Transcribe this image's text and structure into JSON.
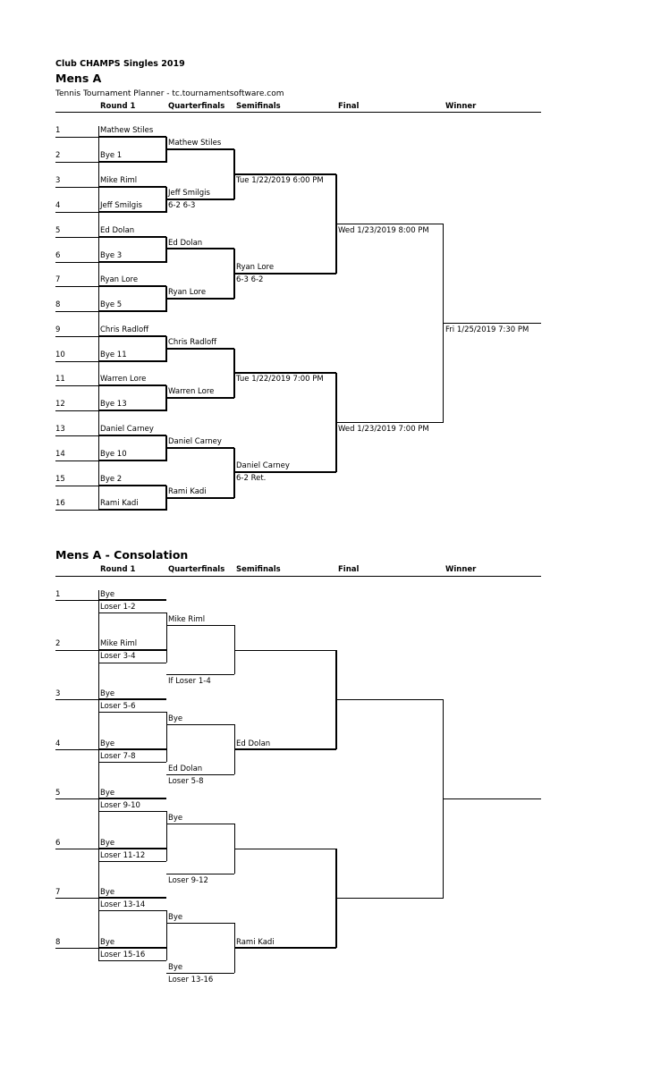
{
  "document": {
    "title": "Club CHAMPS Singles 2019",
    "subtitle": "Tennis Tournament Planner - tc.tournamentsoftware.com"
  },
  "columns": [
    "Round 1",
    "Quarterfinals",
    "Semifinals",
    "Final",
    "Winner"
  ],
  "main_draw": {
    "title": "Mens A",
    "seeds": [
      "1",
      "2",
      "3",
      "4",
      "5",
      "6",
      "7",
      "8",
      "9",
      "10",
      "11",
      "12",
      "13",
      "14",
      "15",
      "16"
    ],
    "round1": [
      "Mathew Stiles",
      "Bye 1",
      "Mike Riml",
      "Jeff Smilgis",
      "Ed Dolan",
      "Bye 3",
      "Ryan Lore",
      "Bye 5",
      "Chris Radloff",
      "Bye 11",
      "Warren Lore",
      "Bye 13",
      "Daniel Carney",
      "Bye 10",
      "Bye 2",
      "Rami Kadi"
    ],
    "quarterfinals": [
      {
        "name": "Mathew Stiles",
        "score": ""
      },
      {
        "name": "Jeff Smilgis",
        "score": "6-2 6-3"
      },
      {
        "name": "Ed Dolan",
        "score": ""
      },
      {
        "name": "Ryan Lore",
        "score": ""
      },
      {
        "name": "Chris Radloff",
        "score": ""
      },
      {
        "name": "Warren Lore",
        "score": ""
      },
      {
        "name": "Daniel Carney",
        "score": ""
      },
      {
        "name": "Rami Kadi",
        "score": ""
      }
    ],
    "semifinals": [
      {
        "name": "Tue 1/22/2019 6:00 PM",
        "score": ""
      },
      {
        "name": "Ryan Lore",
        "score": "6-3 6-2"
      },
      {
        "name": "Tue 1/22/2019 7:00 PM",
        "score": ""
      },
      {
        "name": "Daniel Carney",
        "score": "6-2 Ret."
      }
    ],
    "final": [
      "Wed 1/23/2019 8:00 PM",
      "Wed 1/23/2019 7:00 PM"
    ],
    "winner": "Fri 1/25/2019 7:30 PM"
  },
  "consolation": {
    "title": "Mens A - Consolation",
    "seeds": [
      "1",
      "2",
      "3",
      "4",
      "5",
      "6",
      "7",
      "8"
    ],
    "round1": [
      {
        "top": "Bye",
        "bottom": "Loser  1-2"
      },
      {
        "top": "Mike Riml",
        "bottom": "Loser  3-4"
      },
      {
        "top": "Bye",
        "bottom": "Loser  5-6"
      },
      {
        "top": "Bye",
        "bottom": "Loser  7-8"
      },
      {
        "top": "Bye",
        "bottom": "Loser  9-10"
      },
      {
        "top": "Bye",
        "bottom": "Loser  11-12"
      },
      {
        "top": "Bye",
        "bottom": "Loser  13-14"
      },
      {
        "top": "Bye",
        "bottom": "Loser  15-16"
      }
    ],
    "quarterfinals": [
      {
        "top": "Mike Riml",
        "bottom": ""
      },
      {
        "top": "If Loser  1-4",
        "bottom": ""
      },
      {
        "top": "Bye",
        "bottom": ""
      },
      {
        "top": "Ed Dolan",
        "bottom": "Loser  5-8"
      },
      {
        "top": "Bye",
        "bottom": ""
      },
      {
        "top": "Loser  9-12",
        "bottom": ""
      },
      {
        "top": "Bye",
        "bottom": ""
      },
      {
        "top": "Bye",
        "bottom": "Loser  13-16"
      }
    ],
    "semifinals": [
      "Ed Dolan",
      "Rami Kadi"
    ]
  }
}
